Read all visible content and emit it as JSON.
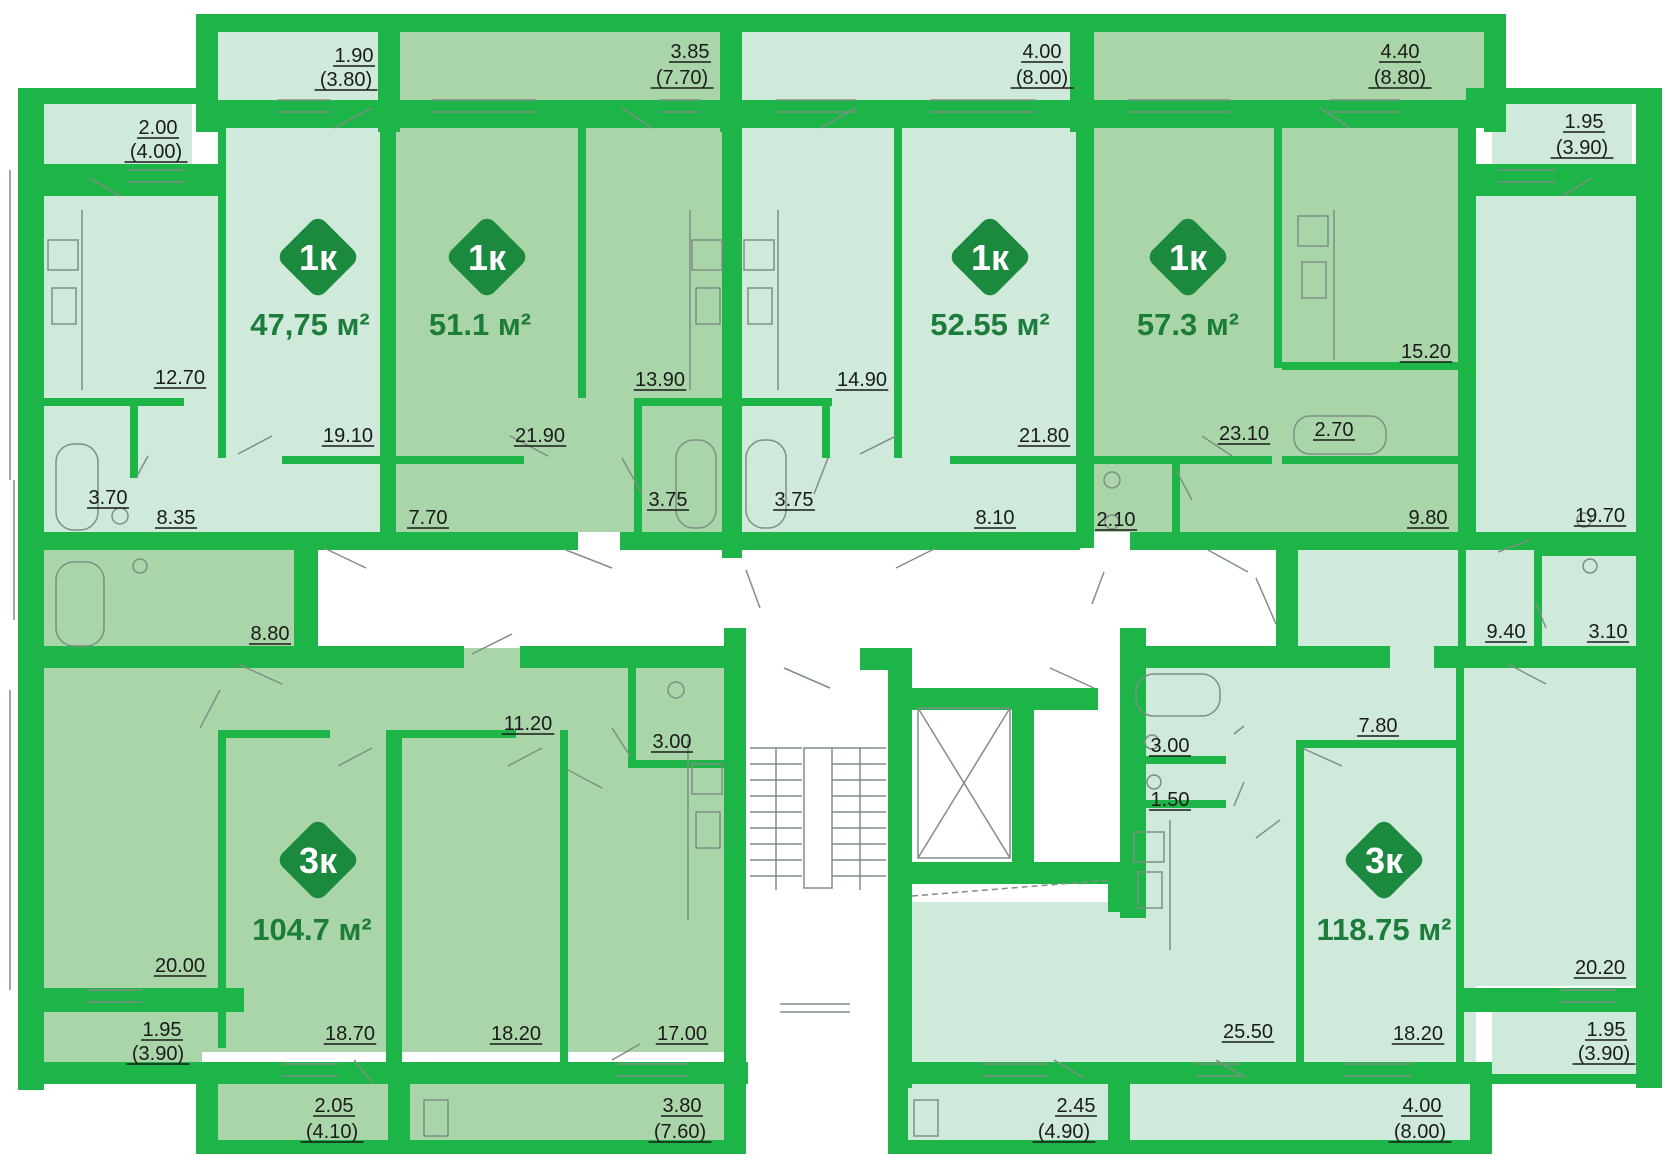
{
  "colors": {
    "wall": "#1db547",
    "wall_dark": "#168a39",
    "room_light": "#cfe9db",
    "room_mid": "#a9d5a8",
    "corridor": "#ffffff",
    "badge": "#1c8a3e",
    "text": "#1a1a1a"
  },
  "apartments": [
    {
      "id": "a1",
      "type": "1к",
      "area": "47,75 м²"
    },
    {
      "id": "a2",
      "type": "1к",
      "area": "51.1 м²"
    },
    {
      "id": "a3",
      "type": "1к",
      "area": "52.55 м²"
    },
    {
      "id": "a4",
      "type": "1к",
      "area": "57.3 м²"
    },
    {
      "id": "a5",
      "type": "3к",
      "area": "104.7 м²"
    },
    {
      "id": "a6",
      "type": "3к",
      "area": "118.75 м²"
    }
  ],
  "room_labels": [
    "1.90",
    "(3.80)",
    "3.85",
    "(7.70)",
    "4.00",
    "(8.00)",
    "4.40",
    "(8.80)",
    "2.00",
    "(4.00)",
    "1.95",
    "(3.90)",
    "12.70",
    "19.10",
    "13.90",
    "21.90",
    "14.90",
    "21.80",
    "15.20",
    "23.10",
    "2.70",
    "3.70",
    "8.35",
    "7.70",
    "3.75",
    "3.75",
    "8.10",
    "2.10",
    "9.80",
    "19.70",
    "8.80",
    "9.40",
    "3.10",
    "11.20",
    "3.00",
    "3.00",
    "7.80",
    "1.50",
    "20.00",
    "18.70",
    "18.20",
    "17.00",
    "25.50",
    "18.20",
    "20.20",
    "1.95",
    "(3.90)",
    "1.95",
    "(3.90)",
    "2.05",
    "(4.10)",
    "3.80",
    "(7.60)",
    "2.45",
    "(4.90)",
    "4.00",
    "(8.00)"
  ]
}
